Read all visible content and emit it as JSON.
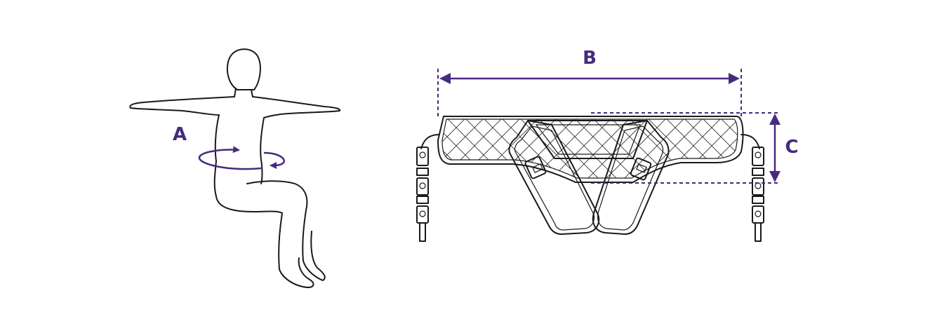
{
  "labels": {
    "a": "A",
    "b": "B",
    "c": "C"
  },
  "colors": {
    "accent": "#472a7f",
    "line": "#1a1a1a",
    "background": "#ffffff"
  }
}
